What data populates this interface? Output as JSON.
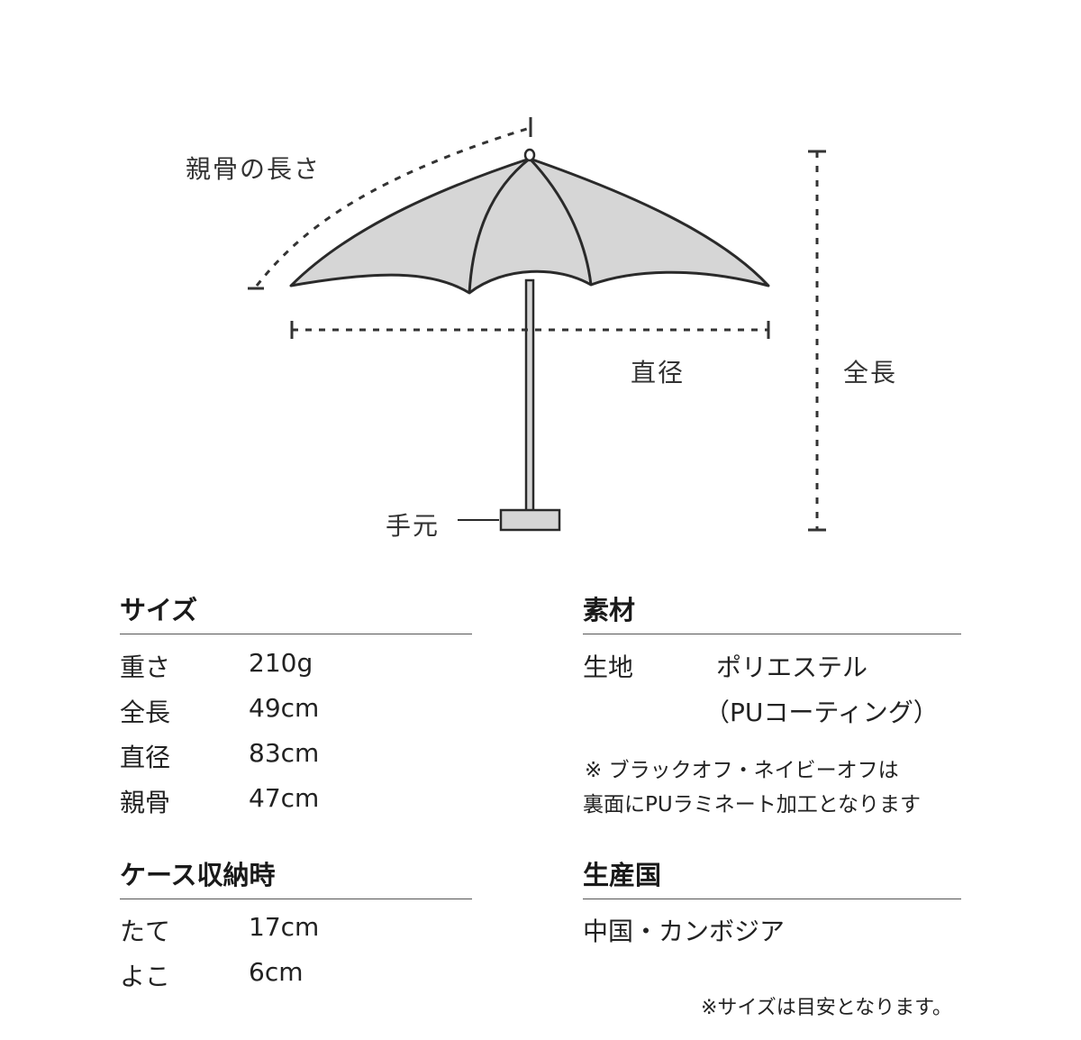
{
  "diagram": {
    "labels": {
      "rib_length": "親骨の長さ",
      "diameter": "直径",
      "total_length": "全長",
      "handle": "手元"
    },
    "canopy_color": "#d6d6d6",
    "handle_color": "#d6d6d6"
  },
  "size": {
    "title": "サイズ",
    "rows": [
      {
        "key": "重さ",
        "value": "210g"
      },
      {
        "key": "全長",
        "value": "49cm"
      },
      {
        "key": "直径",
        "value": "83cm"
      },
      {
        "key": "親骨",
        "value": "47cm"
      }
    ]
  },
  "case": {
    "title": "ケース収納時",
    "rows": [
      {
        "key": "たて",
        "value": "17cm"
      },
      {
        "key": "よこ",
        "value": "6cm"
      }
    ]
  },
  "material": {
    "title": "素材",
    "key": "生地",
    "value_line1": "ポリエステル",
    "value_line2": "（PUコーティング）",
    "note_line1": "※ ブラックオフ・ネイビーオフは",
    "note_line2": "裏面にPUラミネート加工となります"
  },
  "origin": {
    "title": "生産国",
    "value": "中国・カンボジア"
  },
  "footnote": "※サイズは目安となります。"
}
